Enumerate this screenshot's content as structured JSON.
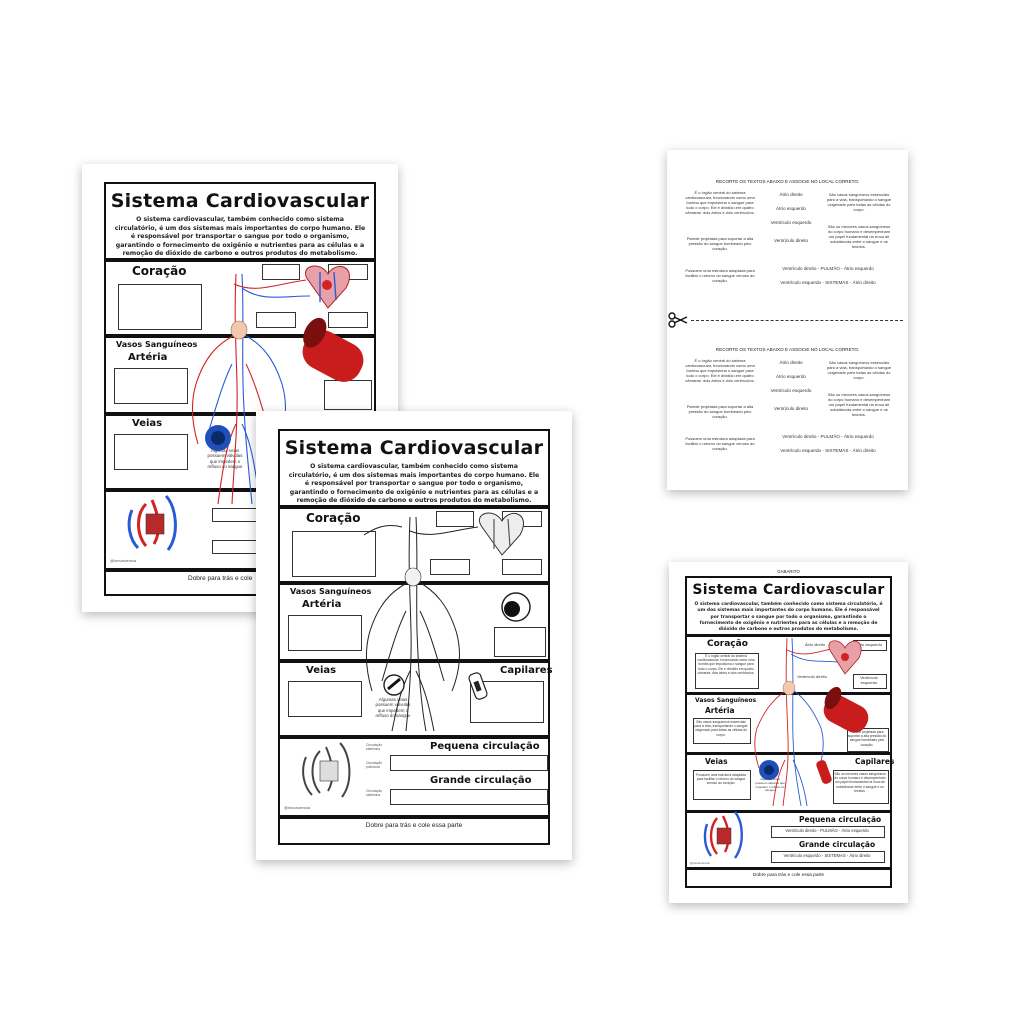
{
  "colors": {
    "artery": "#d42222",
    "vein": "#2a5bd7",
    "heart": "#e8a0a8",
    "line": "#111111"
  },
  "sheet_front": {
    "title": "Sistema Cardiovascular",
    "intro": "O sistema cardiovascular, também conhecido como sistema circulatório, é um dos sistemas mais importantes do corpo humano. Ele é responsável por transportar o sangue por todo o organismo, garantindo o fornecimento de oxigênio e nutrientes para as células e a remoção de dióxido de carbono e outros produtos do metabolismo.",
    "sec_coracao": "Coração",
    "sec_vasos": "Vasos Sanguíneos",
    "sec_arteria": "Artéria",
    "sec_veias": "Veias",
    "sec_capilares": "Capilares",
    "valve_note": "Algumas veias possuem válvulas que impedem o refluxo do sangue",
    "pequena": "Pequena circulação",
    "grande": "Grande circulação",
    "circ_small_1": "Circulação sistêmica",
    "circ_small_2": "Circulação pulmonar",
    "circ_small_3": "Circulação sistêmica",
    "credit": "@inovaciencia",
    "footer": "Dobre para trás e cole essa parte"
  },
  "sheet_back": {
    "footer_partial": "Dobre para trás e cole",
    "pequena_partial": "Pe",
    "grande_partial": "G"
  },
  "cut_sheet": {
    "heading": "RECORTE OS TEXTOS ABAIXO E ASSOCIE NO LOCAL CORRETO.",
    "col1": [
      "É o órgão central do sistema cardiovascular, funcionando como uma bomba que impulsiona o sangue para todo o corpo. Ele é dividido em quatro câmaras: dois átrios e dois ventrículos.",
      "Parede projetada para suportar a alta pressão do sangue bombeado pelo coração.",
      "Possuem uma estrutura adaptada para facilitar o retorno do sangue venoso ao coração."
    ],
    "col2": [
      "Átrio direito",
      "Átrio esquerdo",
      "Ventrículo esquerdo",
      "Ventrículo direito"
    ],
    "col3": [
      "São vasos sanguíneos essenciais para a vida, transportando o sangue oxigenado para todas as células do corpo.",
      "São os menores vasos sanguíneos do corpo humano e desempenham um papel fundamental na troca de substâncias entre o sangue e os tecidos."
    ],
    "line_pequena": "Ventrículo direito - PULMÃO - Átrio esquerdo",
    "line_grande": "Ventrículo esquerdo - SISTEMAS - Átrio direito"
  },
  "answer_sheet": {
    "label": "GABARITO",
    "title": "Sistema Cardiovascular",
    "intro": "O sistema cardiovascular, também conhecido como sistema circulatório, é um dos sistemas mais importantes do corpo humano. Ele é responsável por transportar o sangue por todo o organismo, garantindo o fornecimento de oxigênio e nutrientes para as células e a remoção de dióxido de carbono e outros produtos do metabolismo.",
    "coracao": "Coração",
    "coracao_text": "É o órgão central do sistema cardiovascular, funcionando como uma bomba que impulsiona o sangue para todo o corpo. Ele é dividido em quatro câmaras: dois átrios e dois ventrículos.",
    "atrio_direito": "Átrio direito",
    "atrio_esquerdo": "Átrio esquerdo",
    "ventriculo_direito": "Ventrículo direito",
    "ventriculo_esquerdo": "Ventrículo esquerdo",
    "vasos": "Vasos Sanguíneos",
    "arteria": "Artéria",
    "arteria_text": "São vasos sanguíneos essenciais para a vida, transportando o sangue oxigenado para todas as células do corpo.",
    "parede_text": "Parede projetada para suportar a alta pressão do sangue bombeado pelo coração.",
    "veias": "Veias",
    "veias_text": "Possuem uma estrutura adaptada para facilitar o retorno do sangue venoso ao coração.",
    "capilares": "Capilares",
    "capilares_text": "São os menores vasos sanguíneos do corpo humano e desempenham um papel fundamental na troca de substâncias entre o sangue e os tecidos.",
    "valve_note": "Algumas veias possuem válvulas que impedem o refluxo do sangue",
    "pequena": "Pequena circulação",
    "grande": "Grande circulação",
    "line_pequena": "Ventrículo direito - PULMÃO - Átrio esquerdo",
    "line_grande": "Ventrículo esquerdo - SISTEMAS - Átrio direito",
    "credit": "@inovaciencia",
    "footer": "Dobre para trás e cole essa parte"
  }
}
